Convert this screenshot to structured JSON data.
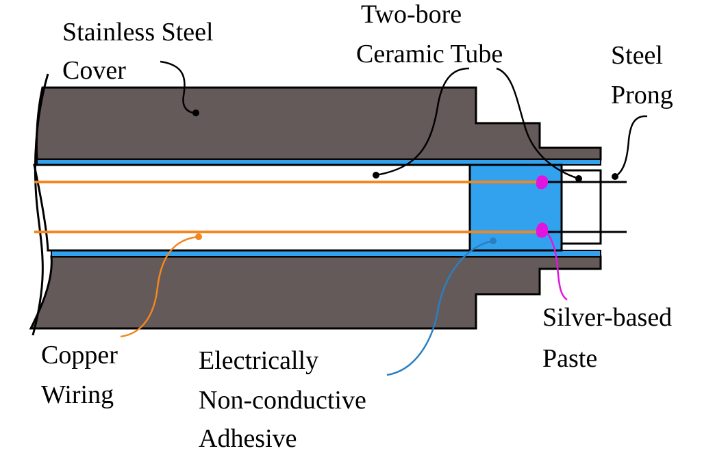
{
  "labels": {
    "stainless_steel_cover": [
      "Stainless Steel",
      "Cover"
    ],
    "two_bore_ceramic_tube": [
      "Two-bore",
      "Ceramic Tube"
    ],
    "steel_prong": [
      "Steel",
      "Prong"
    ],
    "copper_wiring": [
      "Copper",
      "Wiring"
    ],
    "electrically_non_conductive_adhesive": [
      "Electrically",
      "Non-conductive",
      "Adhesive"
    ],
    "silver_based_paste": [
      "Silver-based",
      "Paste"
    ]
  },
  "colors": {
    "steel_cover": "#655a5a",
    "ceramic_bore": "#ffffff",
    "adhesive": "#33a2ee",
    "copper_wiring": "#f4861f",
    "silver_paste": "#e016e0",
    "adhesive_leader": "#2b7fc1",
    "outline": "#000000"
  }
}
